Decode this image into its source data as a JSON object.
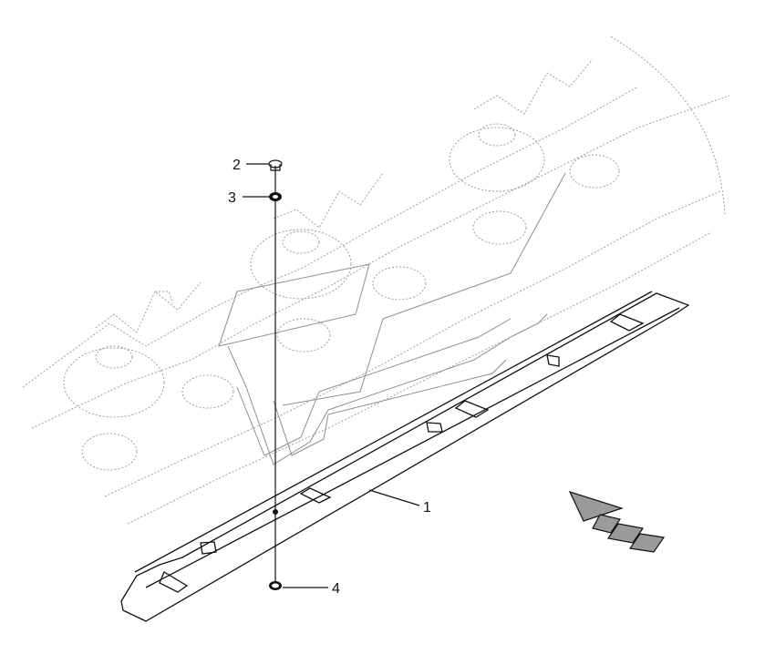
{
  "callouts": {
    "part1": "1",
    "part2": "2",
    "part3": "3",
    "part4": "4"
  },
  "colors": {
    "ghost": "#9e9e9e",
    "ink": "#111111",
    "arrow": "#9a9a9a"
  }
}
